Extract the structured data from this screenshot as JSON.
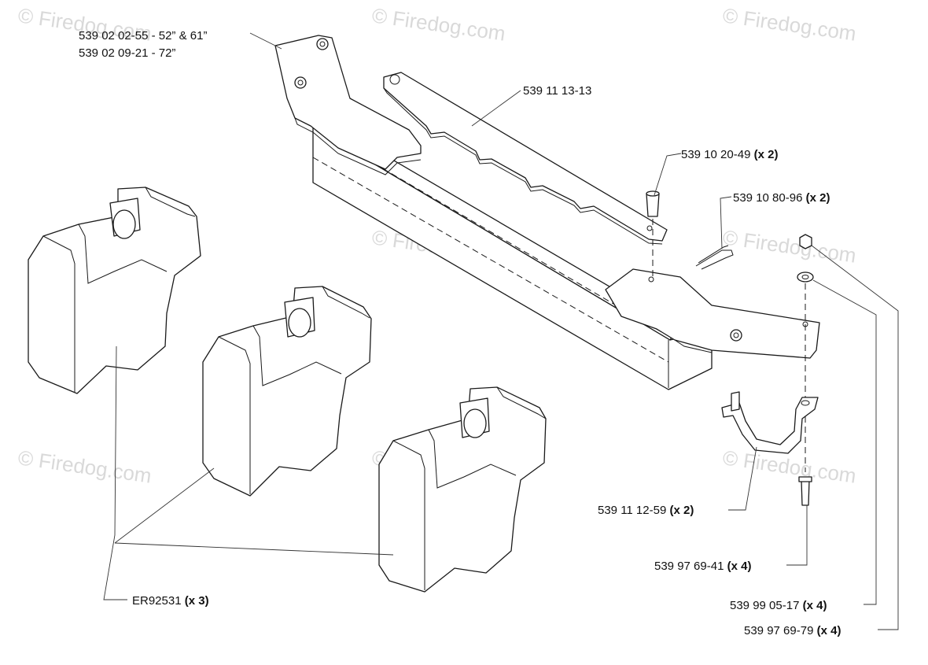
{
  "watermark": {
    "text": "© Firedog.com"
  },
  "labels": {
    "mounting_bracket": {
      "line1": "539 02 02-55 - 52” & 61”",
      "line2": "539 02 09-21 - 72”"
    },
    "weight_bar": {
      "part": "539 11 13-13"
    },
    "pin": {
      "part": "539 10 20-49",
      "qty": "(x 2)"
    },
    "hairpin_clip": {
      "part": "539 10 80-96",
      "qty": "(x 2)"
    },
    "clamp": {
      "part": "539 11 12-59",
      "qty": "(x 2)"
    },
    "bolt": {
      "part": "539 97 69-41",
      "qty": "(x 4)"
    },
    "washer": {
      "part": "539 99 05-17",
      "qty": "(x 4)"
    },
    "nut": {
      "part": "539 97 69-79",
      "qty": "(x 4)"
    },
    "weights": {
      "part": "ER92531",
      "qty": "(x 3)"
    }
  },
  "colors": {
    "line": "#1a1a1a",
    "watermark": "#d9d9d9",
    "background": "#ffffff"
  }
}
